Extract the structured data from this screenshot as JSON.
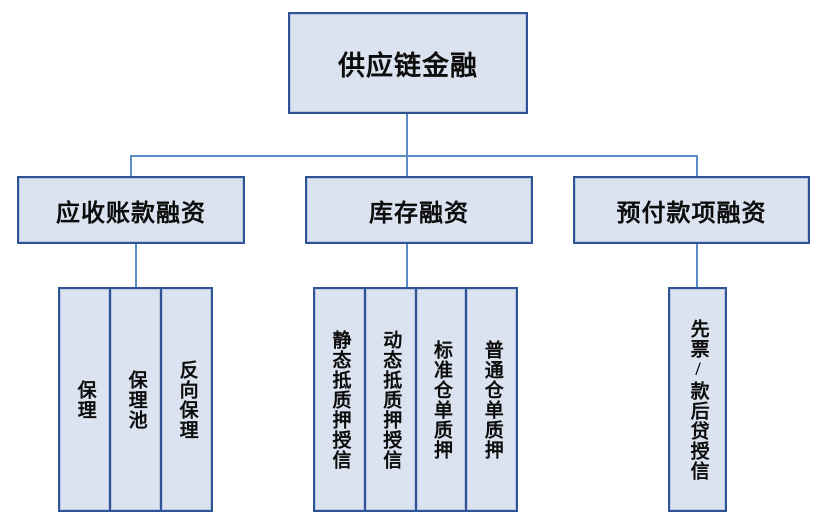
{
  "diagram": {
    "title": "供应链金融",
    "type": "hierarchy-tree",
    "colors": {
      "box_fill": "#dce3f0",
      "box_border": "#2e5496",
      "connector": "#5b8cc8",
      "background": "#ffffff",
      "text": "#0d0d0d"
    },
    "root": {
      "label": "供应链金融"
    },
    "branches": [
      {
        "label": "应收账款融资",
        "leaves": [
          {
            "label": "保理"
          },
          {
            "label": "保理池"
          },
          {
            "label": "反向保理"
          }
        ]
      },
      {
        "label": "库存融资",
        "leaves": [
          {
            "label": "静态抵质押授信"
          },
          {
            "label": "动态抵质押授信"
          },
          {
            "label": "标准仓单质押"
          },
          {
            "label": "普通仓单质押"
          }
        ]
      },
      {
        "label": "预付款项融资",
        "leaves": [
          {
            "label": "先票/款后贷授信"
          }
        ]
      }
    ]
  }
}
